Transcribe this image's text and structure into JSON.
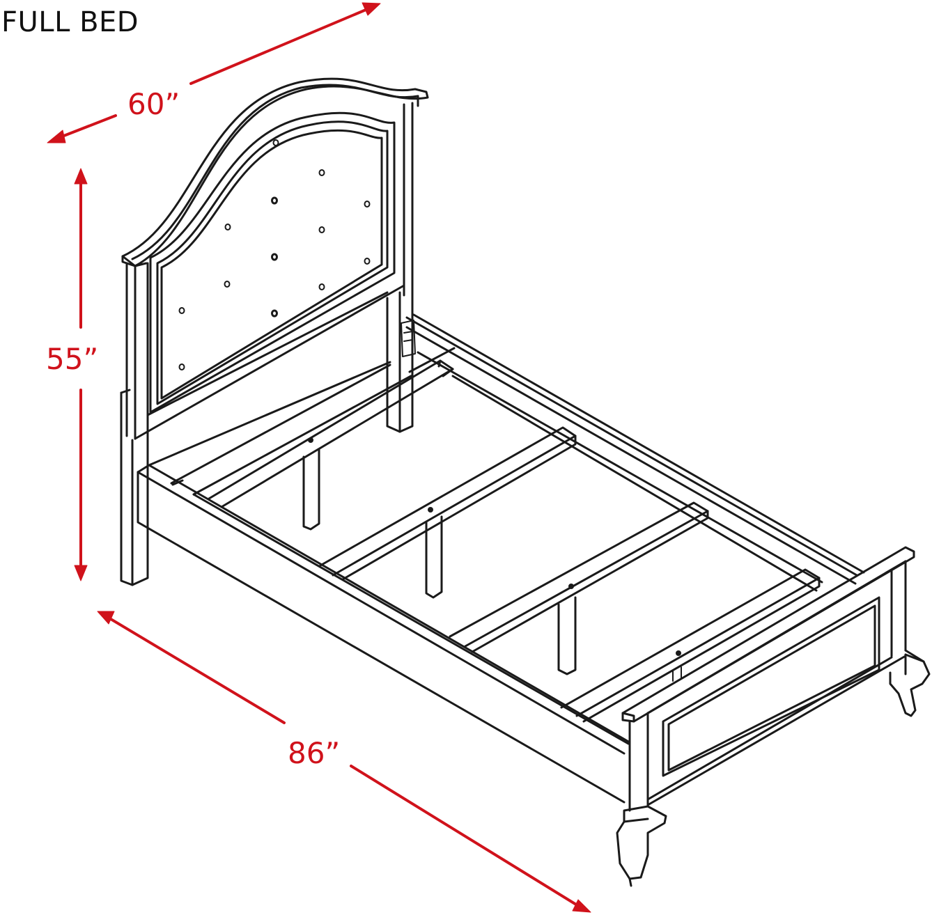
{
  "title": "FULL BED",
  "dimensions": {
    "width": "60”",
    "height": "55”",
    "length": "86”"
  },
  "colors": {
    "dimension": "#d0121b",
    "line": "#1a1a1a"
  },
  "icons": [
    "dimension-arrow",
    "bed-frame-drawing"
  ]
}
